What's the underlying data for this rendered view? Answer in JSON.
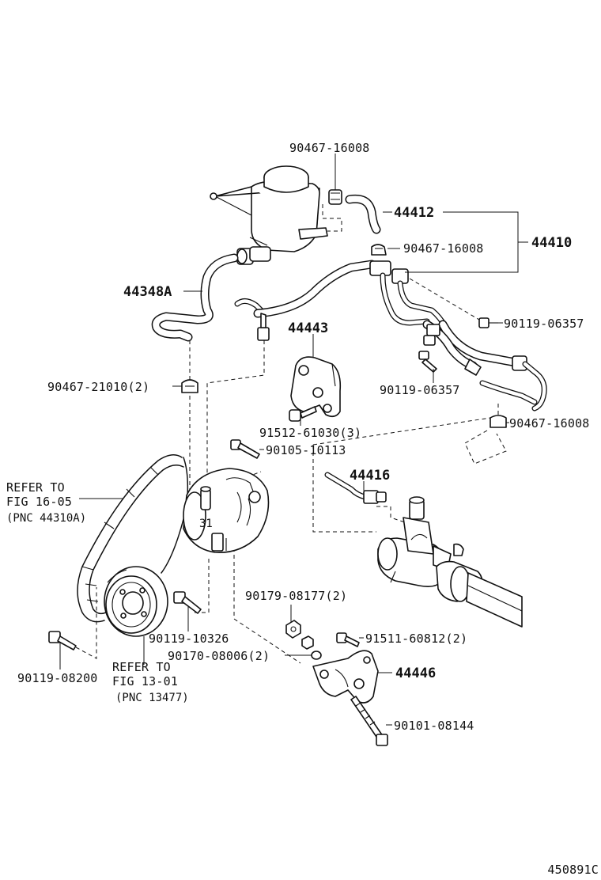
{
  "diagram": {
    "figure_code": "450891C",
    "parts": {
      "clamp_top": "90467-16008",
      "return_hose": "44412",
      "hose_assembly": "44410",
      "clamp_mid": "90467-16008",
      "suction_hose": "44348A",
      "bolt_upper_right": "90119-06357",
      "bracket_upper": "44443",
      "bolt_center_right": "90119-06357",
      "clamp_lower_left": "90467-21010(2)",
      "clamp_right": "90467-16008",
      "bolt_bracket": "91512-61030(3)",
      "stud_bolt": "90105-10113",
      "pressure_tube": "44416",
      "nut_pump": "90179-08177(2)",
      "bolt_pump": "90119-10326",
      "bolt_bracket_lower": "91511-60812(2)",
      "washer_pump": "90170-08006(2)",
      "bracket_lower": "44446",
      "bolt_pulley": "90119-08200",
      "bolt_long": "90101-08144"
    },
    "references": {
      "belt_refer": "REFER TO",
      "belt_fig": "FIG 16-05",
      "belt_pnc": "(PNC 44310A)",
      "pulley_refer": "REFER TO",
      "pulley_fig": "FIG 13-01",
      "pulley_pnc": "(PNC 13477)"
    }
  }
}
